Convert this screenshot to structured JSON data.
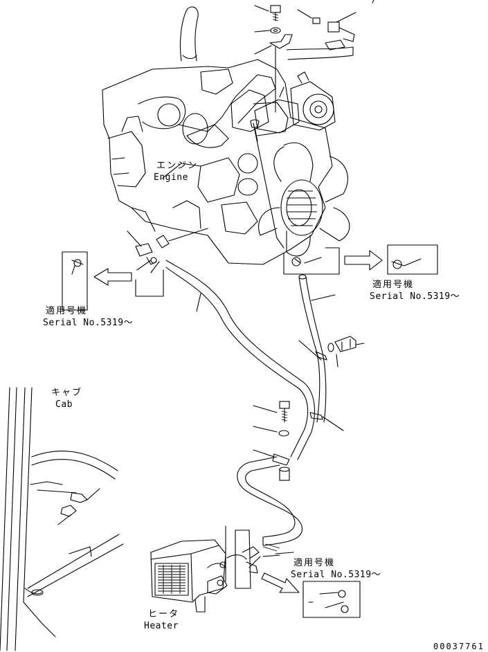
{
  "labels": {
    "engine_ja": "エンジン",
    "engine_en": "Engine",
    "cab_ja": "キャブ",
    "cab_en": "Cab",
    "heater_ja": "ヒータ",
    "heater_en": "Heater"
  },
  "serial_notes": [
    {
      "ja": "適用号機",
      "en": "Serial No.5319～"
    },
    {
      "ja": "適用号機",
      "en": "Serial No.5319～"
    },
    {
      "ja": "適用号機",
      "en": "Serial No.5319～"
    }
  ],
  "drawing_number": "00037761"
}
